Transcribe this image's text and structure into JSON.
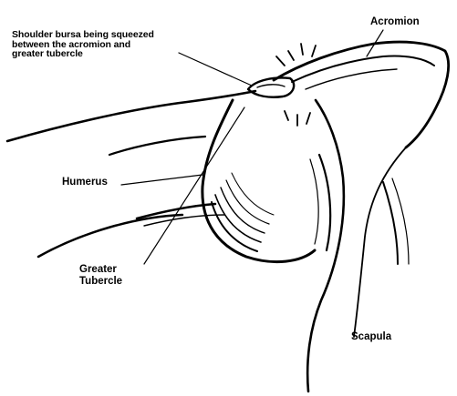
{
  "labels": {
    "bursa": {
      "lines": [
        "Shoulder bursa being squeezed",
        "between the acromion and",
        "greater tubercle"
      ]
    },
    "acromion": "Acromion",
    "humerus": "Humerus",
    "tubercle": {
      "lines": [
        "Greater",
        "Tubercle"
      ]
    },
    "scapula": "Scapula"
  },
  "colors": {
    "ink": "#000000",
    "background": "#ffffff"
  }
}
